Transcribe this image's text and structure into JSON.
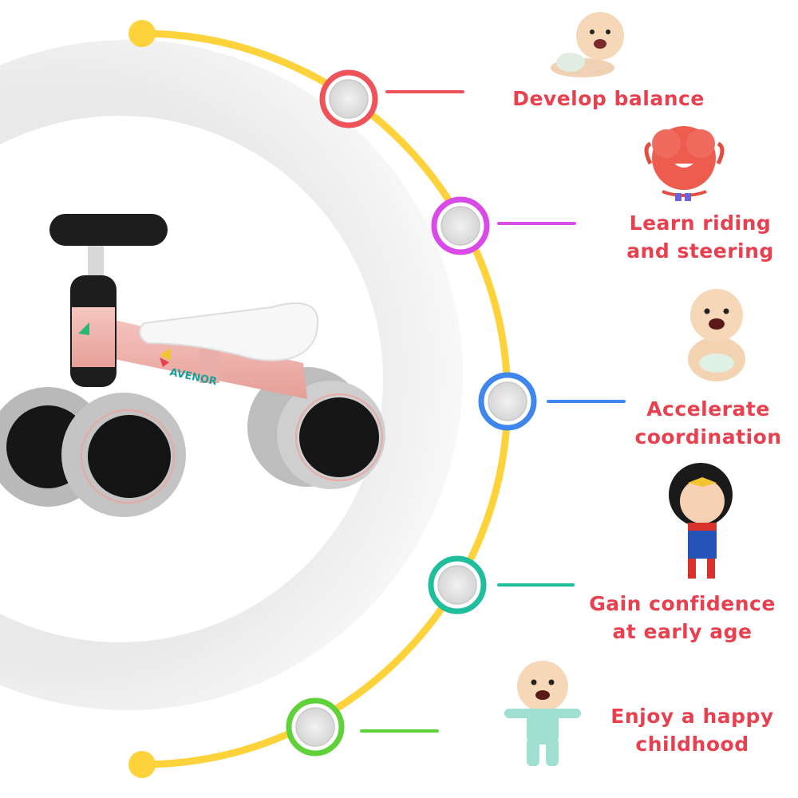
{
  "brand": "AVENOR",
  "colors": {
    "arc": "#fdd23a",
    "text": "#e8404f",
    "bike_frame": "#f0b3ad"
  },
  "benefits": [
    {
      "line1": "Develop balance",
      "line2": "",
      "color": "#f0525a",
      "icon": "crawling-baby-icon"
    },
    {
      "line1": "Learn riding",
      "line2": "and steering",
      "color": "#d94ae8",
      "icon": "happy-brain-icon"
    },
    {
      "line1": "Accelerate",
      "line2": "coordination",
      "color": "#3f86ef",
      "icon": "sitting-baby-icon"
    },
    {
      "line1": "Gain confidence",
      "line2": "at early age",
      "color": "#1fbf9e",
      "icon": "superhero-girl-icon"
    },
    {
      "line1": "Enjoy a happy",
      "line2": "childhood",
      "color": "#5fd23a",
      "icon": "standing-baby-icon"
    }
  ]
}
